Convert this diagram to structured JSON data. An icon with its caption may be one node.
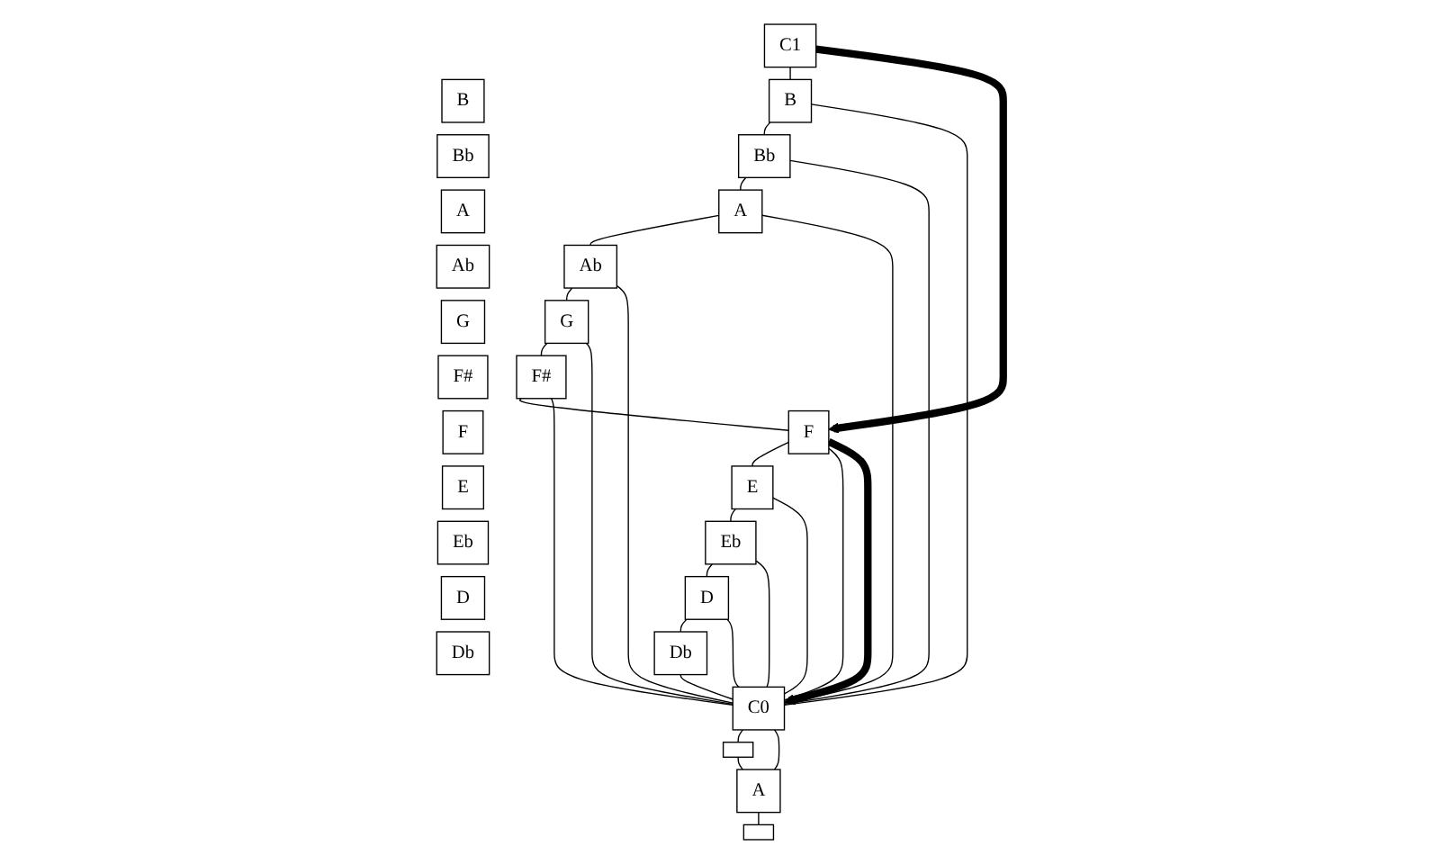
{
  "diagram": {
    "nodes": [
      {
        "text": [
          "C1"
        ]
      },
      {
        "text": [
          "B"
        ]
      },
      {
        "text": [
          "Bb"
        ]
      },
      {
        "text": [
          "A"
        ]
      },
      {
        "text": [
          "Ab"
        ]
      },
      {
        "text": [
          "G"
        ]
      },
      {
        "text": [
          "F#"
        ]
      },
      {
        "text": [
          "F"
        ]
      },
      {
        "text": [
          "E"
        ]
      },
      {
        "text": [
          "Eb"
        ]
      },
      {
        "text": [
          "D"
        ]
      },
      {
        "text": [
          "Db"
        ]
      },
      {
        "text": [
          "C0"
        ]
      },
      {
        "text": [
          "B"
        ]
      },
      {
        "text": [
          "Bb"
        ]
      },
      {
        "text": [
          "A"
        ]
      },
      {
        "text": [
          "Ab"
        ]
      },
      {
        "text": [
          "G"
        ]
      },
      {
        "text": [
          "F#"
        ]
      },
      {
        "text": [
          "F"
        ]
      },
      {
        "text": [
          "E"
        ]
      },
      {
        "text": [
          "Eb"
        ]
      },
      {
        "text": [
          "D"
        ]
      },
      {
        "text": [
          "Db"
        ]
      },
      {
        "text": [],
        "shape": "box"
      },
      {
        "text": [
          "A"
        ]
      },
      {
        "text": [],
        "shape": "box"
      }
    ],
    "edges": [
      {
        "from": 0,
        "to": 13,
        "arrow": "none"
      },
      {
        "from": 13,
        "to": 14,
        "arrow": "none"
      },
      {
        "from": 14,
        "to": 15,
        "arrow": "none"
      },
      {
        "from": 15,
        "to": 16,
        "arrow": "none"
      },
      {
        "from": 16,
        "to": 17,
        "arrow": "none"
      },
      {
        "from": 17,
        "to": 18,
        "arrow": "none"
      },
      {
        "from": 18,
        "to": 19,
        "arrow": "none"
      },
      {
        "from": 19,
        "to": 20,
        "arrow": "none"
      },
      {
        "from": 20,
        "to": 21,
        "arrow": "none"
      },
      {
        "from": 21,
        "to": 22,
        "arrow": "none"
      },
      {
        "from": 22,
        "to": 23,
        "arrow": "none"
      },
      {
        "from": 23,
        "to": 12,
        "arrow": "none"
      },
      {
        "from": 13,
        "to": 12,
        "arrow": "none"
      },
      {
        "from": 14,
        "to": 12,
        "arrow": "none"
      },
      {
        "from": 15,
        "to": 12,
        "arrow": "none"
      },
      {
        "from": 16,
        "to": 12,
        "arrow": "none"
      },
      {
        "from": 17,
        "to": 12,
        "arrow": "none"
      },
      {
        "from": 18,
        "to": 12,
        "arrow": "none"
      },
      {
        "from": 19,
        "to": 12,
        "arrow": "none"
      },
      {
        "from": 20,
        "to": 12,
        "arrow": "none"
      },
      {
        "from": 21,
        "to": 12,
        "arrow": "none"
      },
      {
        "from": 22,
        "to": 12,
        "arrow": "none"
      },
      {
        "from": 0,
        "to": 19,
        "arrow": "to",
        "style": "thick"
      },
      {
        "from": 19,
        "to": 12,
        "arrow": "to",
        "style": "thick"
      },
      {
        "from": 12,
        "to": 24,
        "arrow": "none"
      },
      {
        "from": 24,
        "to": 25,
        "arrow": "none"
      },
      {
        "from": 25,
        "to": 26,
        "arrow": "none"
      },
      {
        "from": 12,
        "to": 25,
        "arrow": "none"
      }
    ]
  }
}
